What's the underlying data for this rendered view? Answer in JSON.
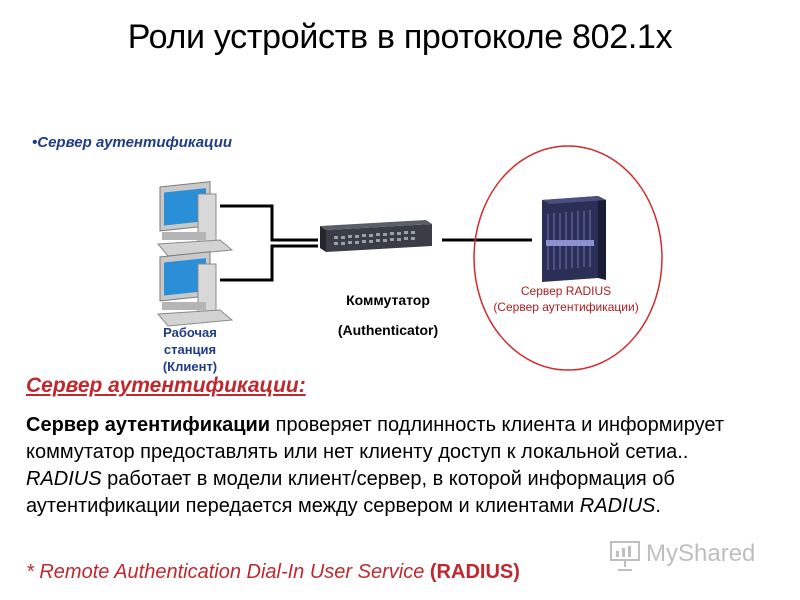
{
  "title": "Роли устройств в протоколе 802.1x",
  "bullet_text": "•Сервер аутентификации",
  "workstation": {
    "label_line1": "Рабочая",
    "label_line2": "станция",
    "label_line3": "(Клиент)"
  },
  "switch": {
    "label_line1": "Коммутатор",
    "label_line2": "(Authenticator)"
  },
  "radius": {
    "label_line1": "Сервер RADIUS",
    "label_line2": "(Сервер аутентификации)"
  },
  "section_heading": "Сервер аутентификации:",
  "paragraph": {
    "bold_start": "Сервер аутентификации",
    "text1": " проверяет подлинность клиента и информирует коммутатор предоставлять или нет клиенту доступ к локальной сетиа.. ",
    "italic1": "RADIUS",
    "text2": " работает в модели клиент/сервер, в которой информация об аутентификации передается между сервером и клиентами ",
    "italic2": "RADIUS",
    "text3": "."
  },
  "footnote": {
    "text": "* Remote Authentication Dial-In User Service ",
    "bold": "(RADIUS)"
  },
  "watermark": "MyShared",
  "colors": {
    "accent_blue": "#1f3c88",
    "accent_red": "#c0282d",
    "circle_red": "#d42a2a"
  }
}
